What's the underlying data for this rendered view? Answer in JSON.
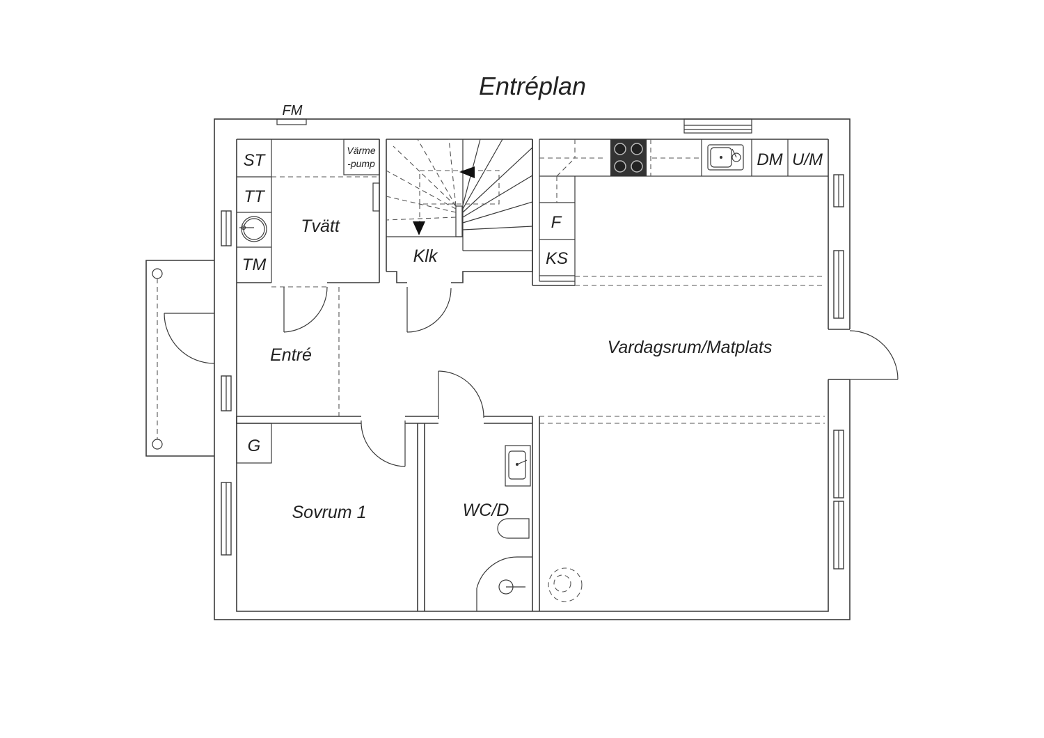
{
  "title": "Entréplan",
  "labels": {
    "fm": "FM",
    "st": "ST",
    "tt": "TT",
    "tm": "TM",
    "varmepump_1": "Värme",
    "varmepump_2": "-pump",
    "tvatt": "Tvätt",
    "klk": "Klk",
    "entre": "Entré",
    "vardagsrum": "Vardagsrum/Matplats",
    "f": "F",
    "ks": "KS",
    "dm": "DM",
    "um": "U/M",
    "g": "G",
    "sovrum": "Sovrum 1",
    "wcd": "WC/D"
  },
  "colors": {
    "line": "#3a3a3a",
    "stove": "#333333"
  }
}
